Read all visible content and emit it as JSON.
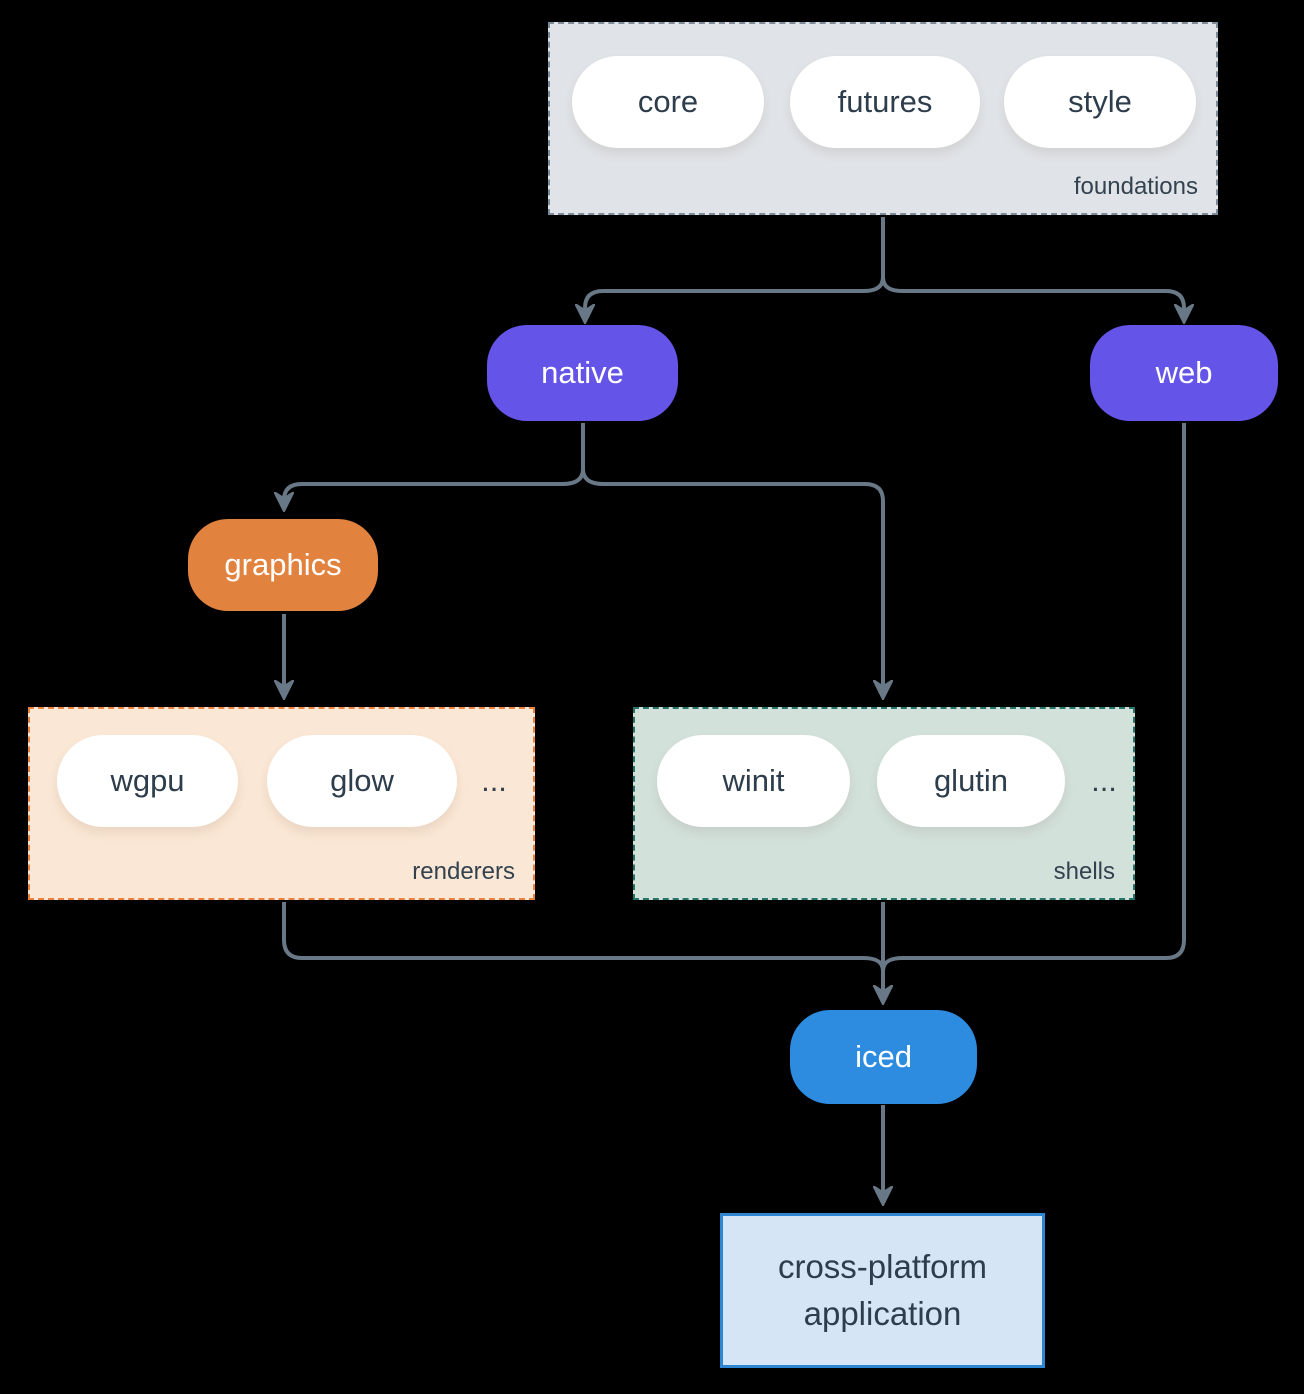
{
  "diagram": {
    "groups": {
      "foundations": {
        "label": "foundations",
        "pills": [
          "core",
          "futures",
          "style"
        ]
      },
      "renderers": {
        "label": "renderers",
        "pills": [
          "wgpu",
          "glow"
        ],
        "more": "..."
      },
      "shells": {
        "label": "shells",
        "pills": [
          "winit",
          "glutin"
        ],
        "more": "..."
      }
    },
    "nodes": {
      "native": "native",
      "web": "web",
      "graphics": "graphics",
      "iced": "iced",
      "application": "cross-platform application"
    },
    "edges": [
      {
        "from": "foundations",
        "to": "native"
      },
      {
        "from": "foundations",
        "to": "web"
      },
      {
        "from": "native",
        "to": "graphics"
      },
      {
        "from": "native",
        "to": "shells"
      },
      {
        "from": "graphics",
        "to": "renderers"
      },
      {
        "from": "renderers",
        "to": "iced"
      },
      {
        "from": "shells",
        "to": "iced"
      },
      {
        "from": "web",
        "to": "iced"
      },
      {
        "from": "iced",
        "to": "application"
      }
    ],
    "colors": {
      "background": "#000000",
      "arrow": "#697886",
      "foundations_bg": "#e0e4e8",
      "foundations_border": "#7d8c9b",
      "purple": "#6554e8",
      "orange": "#e2823f",
      "renderers_bg": "#fbe7d5",
      "renderers_border": "#e8823c",
      "shells_bg": "#d3e1db",
      "shells_border": "#26756b",
      "blue": "#2e8ce0",
      "application_bg": "#d5e5f6",
      "application_border": "#2e86d3",
      "pill_bg": "#ffffff",
      "text_dark": "#2e3d4c"
    }
  }
}
